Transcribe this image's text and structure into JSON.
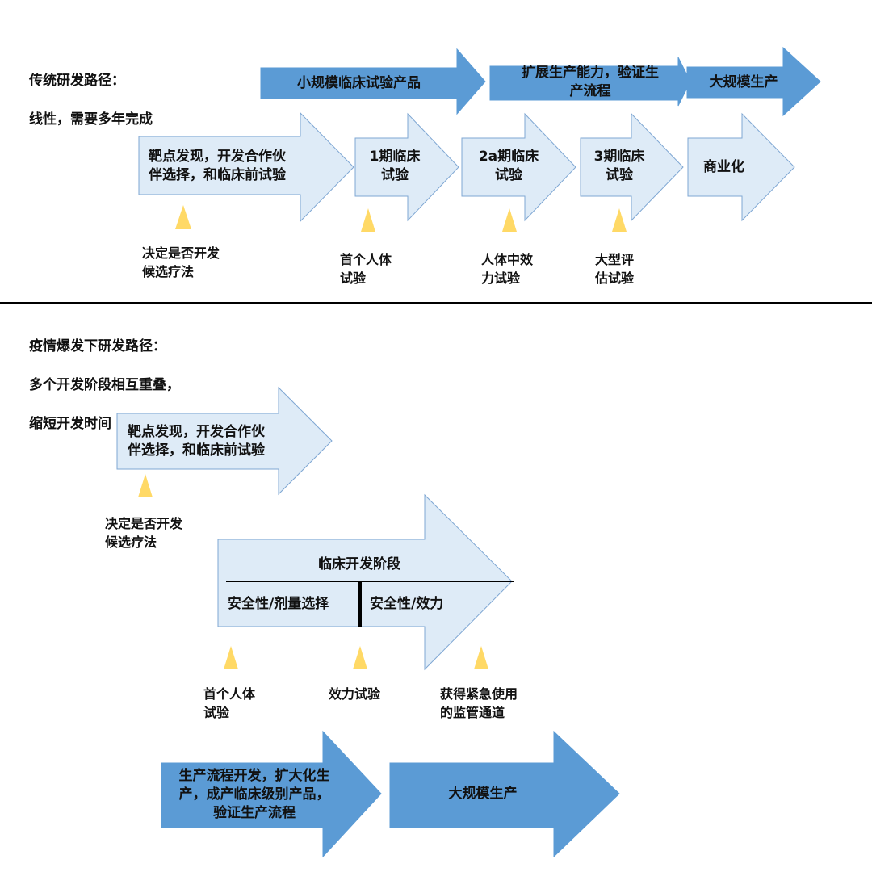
{
  "colors": {
    "dark_arrow": "#5b9bd5",
    "light_arrow": "#deebf7",
    "light_arrow_border": "#7fa7d3",
    "milestone": "#ffd966",
    "divider": "#000000"
  },
  "traditional": {
    "title": "传统研发路径：",
    "subtitle": "线性，需要多年完成",
    "manufacturing": [
      {
        "label": "小规模临床试验产品"
      },
      {
        "label_l1": "扩展生产能力，验证生",
        "label_l2": "产流程"
      },
      {
        "label": "大规模生产"
      }
    ],
    "phases": [
      {
        "label_l1": "靶点发现，开发合作伙",
        "label_l2": "伴选择，和临床前试验"
      },
      {
        "label_l1": "1期临床",
        "label_l2": "试验"
      },
      {
        "label_l1": "2a期临床",
        "label_l2": "试验"
      },
      {
        "label_l1": "3期临床",
        "label_l2": "试验"
      },
      {
        "label": "商业化"
      }
    ],
    "milestones": [
      {
        "label_l1": "决定是否开发",
        "label_l2": "候选疗法"
      },
      {
        "label_l1": "首个人体",
        "label_l2": "试验"
      },
      {
        "label_l1": "人体中效",
        "label_l2": "力试验"
      },
      {
        "label_l1": "大型评",
        "label_l2": "估试验"
      }
    ]
  },
  "pandemic": {
    "title": "疫情爆发下研发路径：",
    "subtitle_l1": "多个开发阶段相互重叠，",
    "subtitle_l2": "缩短开发时间",
    "preclinical": {
      "label_l1": "靶点发现，开发合作伙",
      "label_l2": "伴选择，和临床前试验"
    },
    "decision": {
      "label_l1": "决定是否开发",
      "label_l2": "候选疗法"
    },
    "clinical": {
      "title": "临床开发阶段",
      "left": "安全性/剂量选择",
      "right": "安全性/效力"
    },
    "milestones": [
      {
        "label_l1": "首个人体",
        "label_l2": "试验"
      },
      {
        "label": "效力试验"
      },
      {
        "label_l1": "获得紧急使用",
        "label_l2": "的监管通道"
      }
    ],
    "manufacturing": [
      {
        "label_l1": "生产流程开发，扩大化生",
        "label_l2": "产，成产临床级别产品，",
        "label_l3": "验证生产流程"
      },
      {
        "label": "大规模生产"
      }
    ]
  }
}
